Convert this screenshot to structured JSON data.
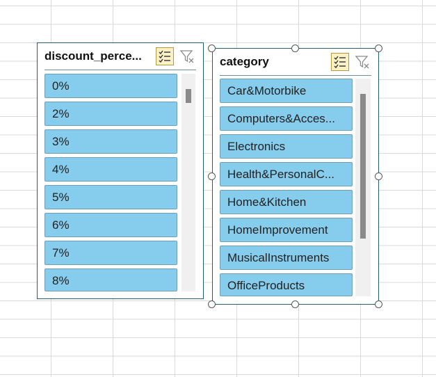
{
  "slicers": [
    {
      "title": "discount_perce...",
      "items": [
        "0%",
        "2%",
        "3%",
        "4%",
        "5%",
        "6%",
        "7%",
        "8%"
      ]
    },
    {
      "title": "category",
      "items": [
        "Car&Motorbike",
        "Computers&Acces...",
        "Electronics",
        "Health&PersonalC...",
        "Home&Kitchen",
        "HomeImprovement",
        "MusicalInstruments",
        "OfficeProducts"
      ]
    }
  ],
  "icons": {
    "multi_select": "multi-select-icon",
    "clear_filter": "clear-filter-icon"
  },
  "colors": {
    "item_fill": "#86ccec",
    "selection_border": "#1f5f70",
    "multi_select_bg": "#fbf0c6"
  }
}
